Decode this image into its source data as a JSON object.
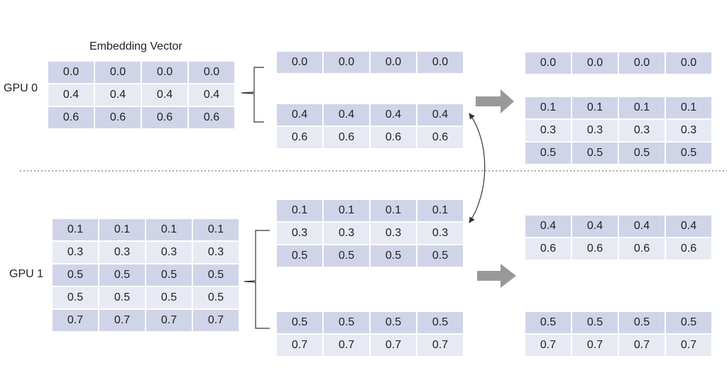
{
  "labels": {
    "embedding_vector": "Embedding Vector",
    "gpu0": "GPU 0",
    "gpu1": "GPU 1"
  },
  "colors": {
    "row_dark": "#cfd4e8",
    "row_light": "#e8eaf3",
    "arrow": "#999999"
  },
  "tables": {
    "gpu0_embedding": [
      [
        "0.0",
        "0.0",
        "0.0",
        "0.0"
      ],
      [
        "0.4",
        "0.4",
        "0.4",
        "0.4"
      ],
      [
        "0.6",
        "0.6",
        "0.6",
        "0.6"
      ]
    ],
    "gpu0_split_top": [
      [
        "0.0",
        "0.0",
        "0.0",
        "0.0"
      ]
    ],
    "gpu0_split_bottom": [
      [
        "0.4",
        "0.4",
        "0.4",
        "0.4"
      ],
      [
        "0.6",
        "0.6",
        "0.6",
        "0.6"
      ]
    ],
    "gpu0_result_top": [
      [
        "0.0",
        "0.0",
        "0.0",
        "0.0"
      ]
    ],
    "gpu0_result_bottom": [
      [
        "0.1",
        "0.1",
        "0.1",
        "0.1"
      ],
      [
        "0.3",
        "0.3",
        "0.3",
        "0.3"
      ],
      [
        "0.5",
        "0.5",
        "0.5",
        "0.5"
      ]
    ],
    "gpu1_embedding": [
      [
        "0.1",
        "0.1",
        "0.1",
        "0.1"
      ],
      [
        "0.3",
        "0.3",
        "0.3",
        "0.3"
      ],
      [
        "0.5",
        "0.5",
        "0.5",
        "0.5"
      ],
      [
        "0.5",
        "0.5",
        "0.5",
        "0.5"
      ],
      [
        "0.7",
        "0.7",
        "0.7",
        "0.7"
      ]
    ],
    "gpu1_split_top": [
      [
        "0.1",
        "0.1",
        "0.1",
        "0.1"
      ],
      [
        "0.3",
        "0.3",
        "0.3",
        "0.3"
      ],
      [
        "0.5",
        "0.5",
        "0.5",
        "0.5"
      ]
    ],
    "gpu1_split_bottom": [
      [
        "0.5",
        "0.5",
        "0.5",
        "0.5"
      ],
      [
        "0.7",
        "0.7",
        "0.7",
        "0.7"
      ]
    ],
    "gpu1_result_top": [
      [
        "0.4",
        "0.4",
        "0.4",
        "0.4"
      ],
      [
        "0.6",
        "0.6",
        "0.6",
        "0.6"
      ]
    ],
    "gpu1_result_bottom": [
      [
        "0.5",
        "0.5",
        "0.5",
        "0.5"
      ],
      [
        "0.7",
        "0.7",
        "0.7",
        "0.7"
      ]
    ]
  }
}
